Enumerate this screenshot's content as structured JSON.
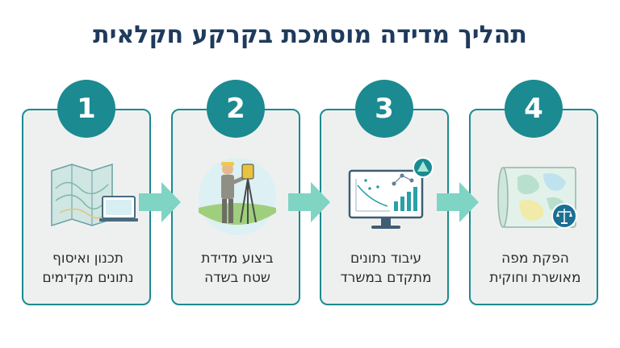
{
  "title": "תהליך מדידה מוסמכת בקרקע חקלאית",
  "steps": [
    {
      "number": "1",
      "line1": "תכנון ואיסוף",
      "line2": "נתונים מקדימים",
      "icon": "map-and-laptop-icon"
    },
    {
      "number": "2",
      "line1": "ביצוע מדידת",
      "line2": "שטח בשדה",
      "icon": "surveyor-with-total-station-icon"
    },
    {
      "number": "3",
      "line1": "עיבוד נתונים",
      "line2": "מתקדם במשרד",
      "icon": "computer-monitor-data-icon"
    },
    {
      "number": "4",
      "line1": "הפקת מפה",
      "line2": "מאושרת וחוקית",
      "icon": "certified-map-icon"
    }
  ],
  "colors": {
    "accent": "#1b8a91",
    "title": "#1e3a5c",
    "card_bg": "#eef0f0",
    "arrow": "#7fd4c4"
  }
}
